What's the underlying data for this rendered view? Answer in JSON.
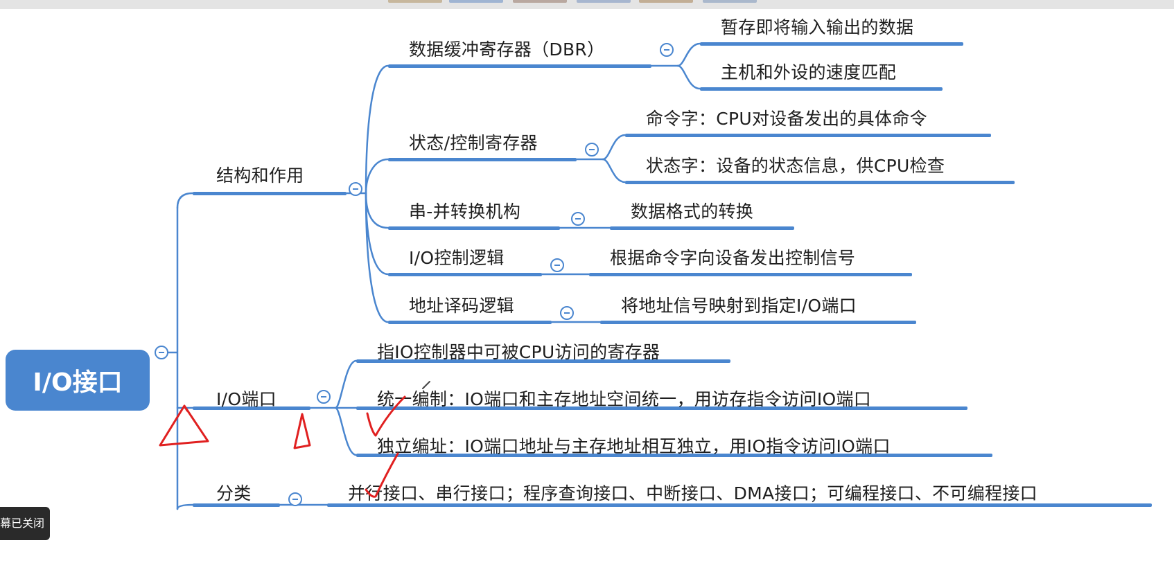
{
  "colors": {
    "accent": "#4a86cf",
    "annotation": "#e02020",
    "text": "#1e1e1e"
  },
  "root": {
    "label": "I/O接口"
  },
  "branches": {
    "structure": {
      "label": "结构和作用",
      "children": [
        {
          "label": "数据缓冲寄存器（DBR）",
          "details": [
            "暂存即将输入输出的数据",
            "主机和外设的速度匹配"
          ]
        },
        {
          "label": "状态/控制寄存器",
          "details": [
            "命令字：CPU对设备发出的具体命令",
            "状态字：设备的状态信息，供CPU检查"
          ]
        },
        {
          "label": "串-并转换机构",
          "details": [
            "数据格式的转换"
          ]
        },
        {
          "label": "I/O控制逻辑",
          "details": [
            "根据命令字向设备发出控制信号"
          ]
        },
        {
          "label": "地址译码逻辑",
          "details": [
            "将地址信号映射到指定I/O端口"
          ]
        }
      ]
    },
    "port": {
      "label": "I/O端口",
      "children": [
        "指IO控制器中可被CPU访问的寄存器",
        "统一编制：IO端口和主存地址空间统一，用访存指令访问IO端口",
        "独立编址：IO端口地址与主存地址相互独立，用IO指令访问IO端口"
      ]
    },
    "category": {
      "label": "分类",
      "detail": "并行接口、串行接口；程序查询接口、中断接口、DMA接口；可编程接口、不可编程接口"
    }
  },
  "toast": {
    "text": "幕已关闭"
  }
}
